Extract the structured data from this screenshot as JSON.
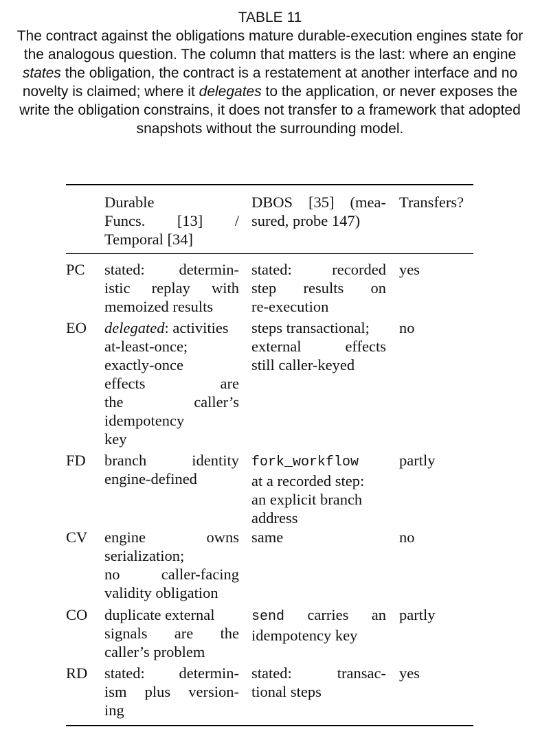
{
  "caption": {
    "label": "TABLE 11",
    "segments": [
      {
        "text": "The contract against the obligations mature durable-execution engines state for the analogous question. The column that matters is the last: where an engine ",
        "italic": false
      },
      {
        "text": "states",
        "italic": true
      },
      {
        "text": " the obligation, the contract is a restatement at another interface and no novelty is claimed; where it ",
        "italic": false
      },
      {
        "text": "delegates",
        "italic": true
      },
      {
        "text": " to the application, or never exposes the write the obligation constrains, it does not transfer to a framework that adopted snapshots without the surrounding model.",
        "italic": false
      }
    ]
  },
  "table": {
    "header": {
      "label": "",
      "durable_funcs": [
        "Durable",
        "Funcs. [13] /",
        "Temporal [34]"
      ],
      "dbos": [
        "DBOS [35] (mea-",
        "sured, probe 147)"
      ],
      "transfers": "Transfers?"
    },
    "rows": [
      {
        "label": "PC",
        "durable_funcs": [
          {
            "parts": [
              {
                "t": "stated: determin-"
              }
            ],
            "j": true
          },
          {
            "parts": [
              {
                "t": "istic replay with"
              }
            ],
            "j": true
          },
          {
            "parts": [
              {
                "t": "memoized results"
              }
            ],
            "j": false
          }
        ],
        "dbos": [
          {
            "parts": [
              {
                "t": "stated: recorded"
              }
            ],
            "j": true
          },
          {
            "parts": [
              {
                "t": "step results on"
              }
            ],
            "j": true
          },
          {
            "parts": [
              {
                "t": "re-execution"
              }
            ],
            "j": false
          }
        ],
        "transfers": "yes"
      },
      {
        "label": "EO",
        "durable_funcs": [
          {
            "parts": [
              {
                "t": "delegated",
                "i": true
              },
              {
                "t": ": activities"
              }
            ],
            "j": false
          },
          {
            "parts": [
              {
                "t": "at-least-once;"
              }
            ],
            "j": false
          },
          {
            "parts": [
              {
                "t": "exactly-once"
              }
            ],
            "j": false
          },
          {
            "parts": [
              {
                "t": "effects are"
              }
            ],
            "j": true
          },
          {
            "parts": [
              {
                "t": "the caller’s"
              }
            ],
            "j": true
          },
          {
            "parts": [
              {
                "t": "idempotency"
              }
            ],
            "j": false
          },
          {
            "parts": [
              {
                "t": "key"
              }
            ],
            "j": false
          }
        ],
        "dbos": [
          {
            "parts": [
              {
                "t": "steps transactional;"
              }
            ],
            "j": false
          },
          {
            "parts": [
              {
                "t": "external effects"
              }
            ],
            "j": true
          },
          {
            "parts": [
              {
                "t": "still caller-keyed"
              }
            ],
            "j": false
          }
        ],
        "transfers": "no"
      },
      {
        "label": "FD",
        "durable_funcs": [
          {
            "parts": [
              {
                "t": "branch identity"
              }
            ],
            "j": true
          },
          {
            "parts": [
              {
                "t": "engine-defined"
              }
            ],
            "j": false
          }
        ],
        "dbos": [
          {
            "parts": [
              {
                "t": "fork_workflow",
                "m": true
              }
            ],
            "j": false
          },
          {
            "parts": [
              {
                "t": "at a recorded step:"
              }
            ],
            "j": false
          },
          {
            "parts": [
              {
                "t": "an explicit branch"
              }
            ],
            "j": false
          },
          {
            "parts": [
              {
                "t": "address"
              }
            ],
            "j": false
          }
        ],
        "transfers": "partly"
      },
      {
        "label": "CV",
        "durable_funcs": [
          {
            "parts": [
              {
                "t": "engine owns"
              }
            ],
            "j": true
          },
          {
            "parts": [
              {
                "t": "serialization;"
              }
            ],
            "j": false
          },
          {
            "parts": [
              {
                "t": "no caller-facing"
              }
            ],
            "j": true
          },
          {
            "parts": [
              {
                "t": "validity obligation"
              }
            ],
            "j": false
          }
        ],
        "dbos": [
          {
            "parts": [
              {
                "t": "same"
              }
            ],
            "j": false
          }
        ],
        "transfers": "no"
      },
      {
        "label": "CO",
        "durable_funcs": [
          {
            "parts": [
              {
                "t": "duplicate external"
              }
            ],
            "j": false
          },
          {
            "parts": [
              {
                "t": "signals are the"
              }
            ],
            "j": true
          },
          {
            "parts": [
              {
                "t": "caller’s problem"
              }
            ],
            "j": false
          }
        ],
        "dbos": [
          {
            "parts": [
              {
                "t": "send",
                "m": true
              },
              {
                "t": " carries an"
              }
            ],
            "j": true
          },
          {
            "parts": [
              {
                "t": "idempotency key"
              }
            ],
            "j": false
          }
        ],
        "transfers": "partly"
      },
      {
        "label": "RD",
        "durable_funcs": [
          {
            "parts": [
              {
                "t": "stated: determin-"
              }
            ],
            "j": true
          },
          {
            "parts": [
              {
                "t": "ism plus version-"
              }
            ],
            "j": true
          },
          {
            "parts": [
              {
                "t": "ing"
              }
            ],
            "j": false
          }
        ],
        "dbos": [
          {
            "parts": [
              {
                "t": "stated: transac-"
              }
            ],
            "j": true
          },
          {
            "parts": [
              {
                "t": "tional steps"
              }
            ],
            "j": false
          }
        ],
        "transfers": "yes"
      }
    ]
  }
}
